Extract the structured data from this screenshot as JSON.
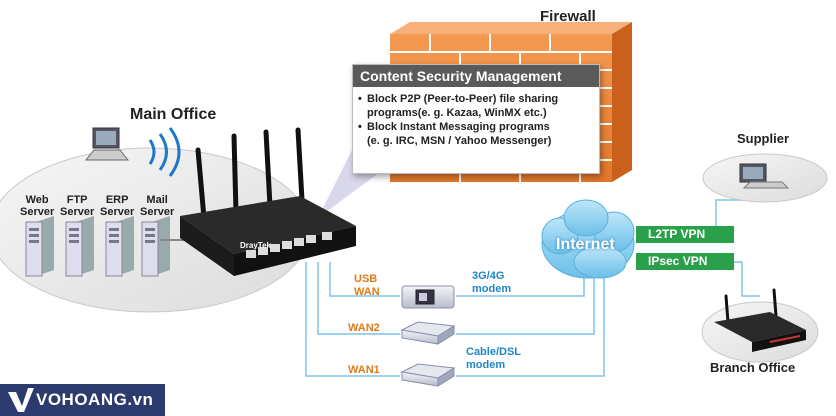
{
  "labels": {
    "firewall": "Firewall",
    "main_office": "Main Office",
    "servers": [
      {
        "line1": "Web",
        "line2": "Server"
      },
      {
        "line1": "FTP",
        "line2": "Server"
      },
      {
        "line1": "ERP",
        "line2": "Server"
      },
      {
        "line1": "Mail",
        "line2": "Server"
      }
    ],
    "supplier": "Supplier",
    "internet": "Internet",
    "branch_office": "Branch Office",
    "usb": "USB",
    "wan": "WAN",
    "wan2": "WAN2",
    "wan1": "WAN1",
    "modem_3g_line1": "3G/4G",
    "modem_3g_line2": "modem",
    "cable_line1": "Cable/DSL",
    "cable_line2": "modem",
    "router_brand": "DrayTek"
  },
  "content_security": {
    "title": "Content Security Management",
    "items": [
      {
        "line1": "Block P2P (Peer-to-Peer) file sharing",
        "line2": "programs(e. g. Kazaa, WinMX etc.)"
      },
      {
        "line1": "Block Instant Messaging programs",
        "line2": "(e. g. IRC, MSN / Yahoo Messenger)"
      }
    ]
  },
  "vpn": {
    "l2tp": "L2TP VPN",
    "ipsec": "IPsec VPN"
  },
  "watermark": {
    "text": "VOHOANG.vn"
  },
  "colors": {
    "firewall_brick": "#f08a3c",
    "vpn_green": "#2aa04a",
    "line_blue": "#7fc3e8",
    "label_orange": "#e07a1a",
    "label_blue": "#1e86c8",
    "cloud": "#8fd0f2",
    "logo_navy": "#2d3a6e"
  }
}
